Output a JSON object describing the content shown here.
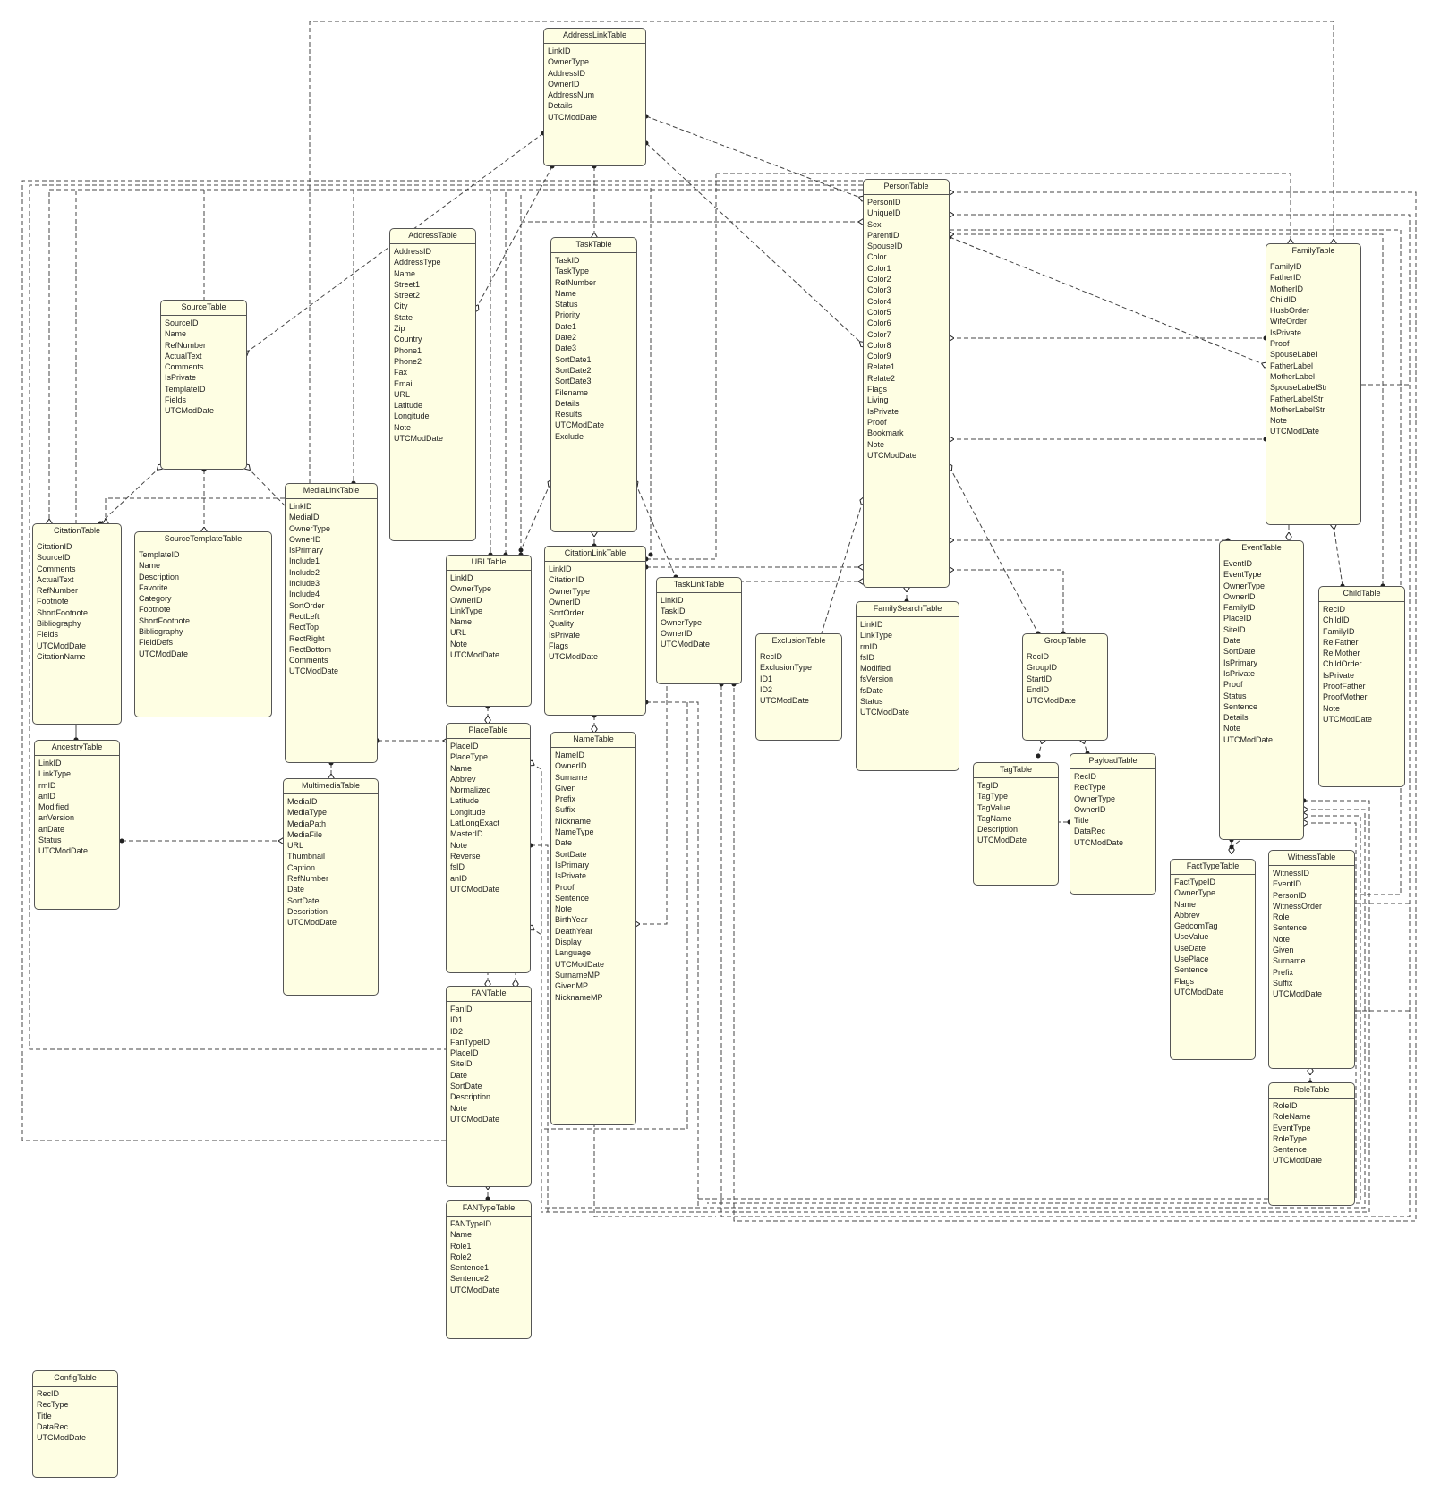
{
  "tables": [
    {
      "id": "AddressLinkTable",
      "name": "AddressLinkTable",
      "fields": [
        "LinkID",
        "OwnerType",
        "AddressID",
        "OwnerID",
        "AddressNum",
        "Details",
        "UTCModDate"
      ]
    },
    {
      "id": "PersonTable",
      "name": "PersonTable",
      "fields": [
        "PersonID",
        "UniqueID",
        "Sex",
        "ParentID",
        "SpouseID",
        "Color",
        "Color1",
        "Color2",
        "Color3",
        "Color4",
        "Color5",
        "Color6",
        "Color7",
        "Color8",
        "Color9",
        "Relate1",
        "Relate2",
        "Flags",
        "Living",
        "IsPrivate",
        "Proof",
        "Bookmark",
        "Note",
        "UTCModDate"
      ]
    },
    {
      "id": "FamilyTable",
      "name": "FamilyTable",
      "fields": [
        "FamilyID",
        "FatherID",
        "MotherID",
        "ChildID",
        "HusbOrder",
        "WifeOrder",
        "IsPrivate",
        "Proof",
        "SpouseLabel",
        "FatherLabel",
        "MotherLabel",
        "SpouseLabelStr",
        "FatherLabelStr",
        "MotherLabelStr",
        "Note",
        "UTCModDate"
      ]
    },
    {
      "id": "AddressTable",
      "name": "AddressTable",
      "fields": [
        "AddressID",
        "AddressType",
        "Name",
        "Street1",
        "Street2",
        "City",
        "State",
        "Zip",
        "Country",
        "Phone1",
        "Phone2",
        "Fax",
        "Email",
        "URL",
        "Latitude",
        "Longitude",
        "Note",
        "UTCModDate"
      ]
    },
    {
      "id": "TaskTable",
      "name": "TaskTable",
      "fields": [
        "TaskID",
        "TaskType",
        "RefNumber",
        "Name",
        "Status",
        "Priority",
        "Date1",
        "Date2",
        "Date3",
        "SortDate1",
        "SortDate2",
        "SortDate3",
        "Filename",
        "Details",
        "Results",
        "UTCModDate",
        "Exclude"
      ]
    },
    {
      "id": "SourceTable",
      "name": "SourceTable",
      "fields": [
        "SourceID",
        "Name",
        "RefNumber",
        "ActualText",
        "Comments",
        "IsPrivate",
        "TemplateID",
        "Fields",
        "UTCModDate"
      ]
    },
    {
      "id": "MediaLinkTable",
      "name": "MediaLinkTable",
      "fields": [
        "LinkID",
        "MediaID",
        "OwnerType",
        "OwnerID",
        "IsPrimary",
        "Include1",
        "Include2",
        "Include3",
        "Include4",
        "SortOrder",
        "RectLeft",
        "RectTop",
        "RectRight",
        "RectBottom",
        "Comments",
        "UTCModDate"
      ]
    },
    {
      "id": "CitationTable",
      "name": "CitationTable",
      "fields": [
        "CitationID",
        "SourceID",
        "Comments",
        "ActualText",
        "RefNumber",
        "Footnote",
        "ShortFootnote",
        "Bibliography",
        "Fields",
        "UTCModDate",
        "CitationName"
      ]
    },
    {
      "id": "SourceTemplateTable",
      "name": "SourceTemplateTable",
      "fields": [
        "TemplateID",
        "Name",
        "Description",
        "Favorite",
        "Category",
        "Footnote",
        "ShortFootnote",
        "Bibliography",
        "FieldDefs",
        "UTCModDate"
      ]
    },
    {
      "id": "URLTable",
      "name": "URLTable",
      "fields": [
        "LinkID",
        "OwnerType",
        "OwnerID",
        "LinkType",
        "Name",
        "URL",
        "Note",
        "UTCModDate"
      ]
    },
    {
      "id": "CitationLinkTable",
      "name": "CitationLinkTable",
      "fields": [
        "LinkID",
        "CitationID",
        "OwnerType",
        "OwnerID",
        "SortOrder",
        "Quality",
        "IsPrivate",
        "Flags",
        "UTCModDate"
      ]
    },
    {
      "id": "TaskLinkTable",
      "name": "TaskLinkTable",
      "fields": [
        "LinkID",
        "TaskID",
        "OwnerType",
        "OwnerID",
        "UTCModDate"
      ]
    },
    {
      "id": "EventTable",
      "name": "EventTable",
      "fields": [
        "EventID",
        "EventType",
        "OwnerType",
        "OwnerID",
        "FamilyID",
        "PlaceID",
        "SiteID",
        "Date",
        "SortDate",
        "IsPrimary",
        "IsPrivate",
        "Proof",
        "Status",
        "Sentence",
        "Details",
        "Note",
        "UTCModDate"
      ]
    },
    {
      "id": "ChildTable",
      "name": "ChildTable",
      "fields": [
        "RecID",
        "ChildID",
        "FamilyID",
        "RelFather",
        "RelMother",
        "ChildOrder",
        "IsPrivate",
        "ProofFather",
        "ProofMother",
        "Note",
        "UTCModDate"
      ]
    },
    {
      "id": "FamilySearchTable",
      "name": "FamilySearchTable",
      "fields": [
        "LinkID",
        "LinkType",
        "rmID",
        "fsID",
        "Modified",
        "fsVersion",
        "fsDate",
        "Status",
        "UTCModDate"
      ]
    },
    {
      "id": "ExclusionTable",
      "name": "ExclusionTable",
      "fields": [
        "RecID",
        "ExclusionType",
        "ID1",
        "ID2",
        "UTCModDate"
      ]
    },
    {
      "id": "GroupTable",
      "name": "GroupTable",
      "fields": [
        "RecID",
        "GroupID",
        "StartID",
        "EndID",
        "UTCModDate"
      ]
    },
    {
      "id": "AncestryTable",
      "name": "AncestryTable",
      "fields": [
        "LinkID",
        "LinkType",
        "rmID",
        "anID",
        "Modified",
        "anVersion",
        "anDate",
        "Status",
        "UTCModDate"
      ]
    },
    {
      "id": "MultimediaTable",
      "name": "MultimediaTable",
      "fields": [
        "MediaID",
        "MediaType",
        "MediaPath",
        "MediaFile",
        "URL",
        "Thumbnail",
        "Caption",
        "RefNumber",
        "Date",
        "SortDate",
        "Description",
        "UTCModDate"
      ]
    },
    {
      "id": "PlaceTable",
      "name": "PlaceTable",
      "fields": [
        "PlaceID",
        "PlaceType",
        "Name",
        "Abbrev",
        "Normalized",
        "Latitude",
        "Longitude",
        "LatLongExact",
        "MasterID",
        "Note",
        "Reverse",
        "fsID",
        "anID",
        "UTCModDate"
      ]
    },
    {
      "id": "NameTable",
      "name": "NameTable",
      "fields": [
        "NameID",
        "OwnerID",
        "Surname",
        "Given",
        "Prefix",
        "Suffix",
        "Nickname",
        "NameType",
        "Date",
        "SortDate",
        "IsPrimary",
        "IsPrivate",
        "Proof",
        "Sentence",
        "Note",
        "BirthYear",
        "DeathYear",
        "Display",
        "Language",
        "UTCModDate",
        "SurnameMP",
        "GivenMP",
        "NicknameMP"
      ]
    },
    {
      "id": "TagTable",
      "name": "TagTable",
      "fields": [
        "TagID",
        "TagType",
        "TagValue",
        "TagName",
        "Description",
        "UTCModDate"
      ]
    },
    {
      "id": "PayloadTable",
      "name": "PayloadTable",
      "fields": [
        "RecID",
        "RecType",
        "OwnerType",
        "OwnerID",
        "Title",
        "DataRec",
        "UTCModDate"
      ]
    },
    {
      "id": "FactTypeTable",
      "name": "FactTypeTable",
      "fields": [
        "FactTypeID",
        "OwnerType",
        "Name",
        "Abbrev",
        "GedcomTag",
        "UseValue",
        "UseDate",
        "UsePlace",
        "Sentence",
        "Flags",
        "UTCModDate"
      ]
    },
    {
      "id": "WitnessTable",
      "name": "WitnessTable",
      "fields": [
        "WitnessID",
        "EventID",
        "PersonID",
        "WitnessOrder",
        "Role",
        "Sentence",
        "Note",
        "Given",
        "Surname",
        "Prefix",
        "Suffix",
        "UTCModDate"
      ]
    },
    {
      "id": "FANTable",
      "name": "FANTable",
      "fields": [
        "FanID",
        "ID1",
        "ID2",
        "FanTypeID",
        "PlaceID",
        "SiteID",
        "Date",
        "SortDate",
        "Description",
        "Note",
        "UTCModDate"
      ]
    },
    {
      "id": "RoleTable",
      "name": "RoleTable",
      "fields": [
        "RoleID",
        "RoleName",
        "EventType",
        "RoleType",
        "Sentence",
        "UTCModDate"
      ]
    },
    {
      "id": "FANTypeTable",
      "name": "FANTypeTable",
      "fields": [
        "FANTypeID",
        "Name",
        "Role1",
        "Role2",
        "Sentence1",
        "Sentence2",
        "UTCModDate"
      ]
    },
    {
      "id": "ConfigTable",
      "name": "ConfigTable",
      "fields": [
        "RecID",
        "RecType",
        "Title",
        "DataRec",
        "UTCModDate"
      ]
    }
  ],
  "colors": {
    "table_fill": "#fefee3",
    "table_border": "#555555",
    "line": "#444444"
  }
}
